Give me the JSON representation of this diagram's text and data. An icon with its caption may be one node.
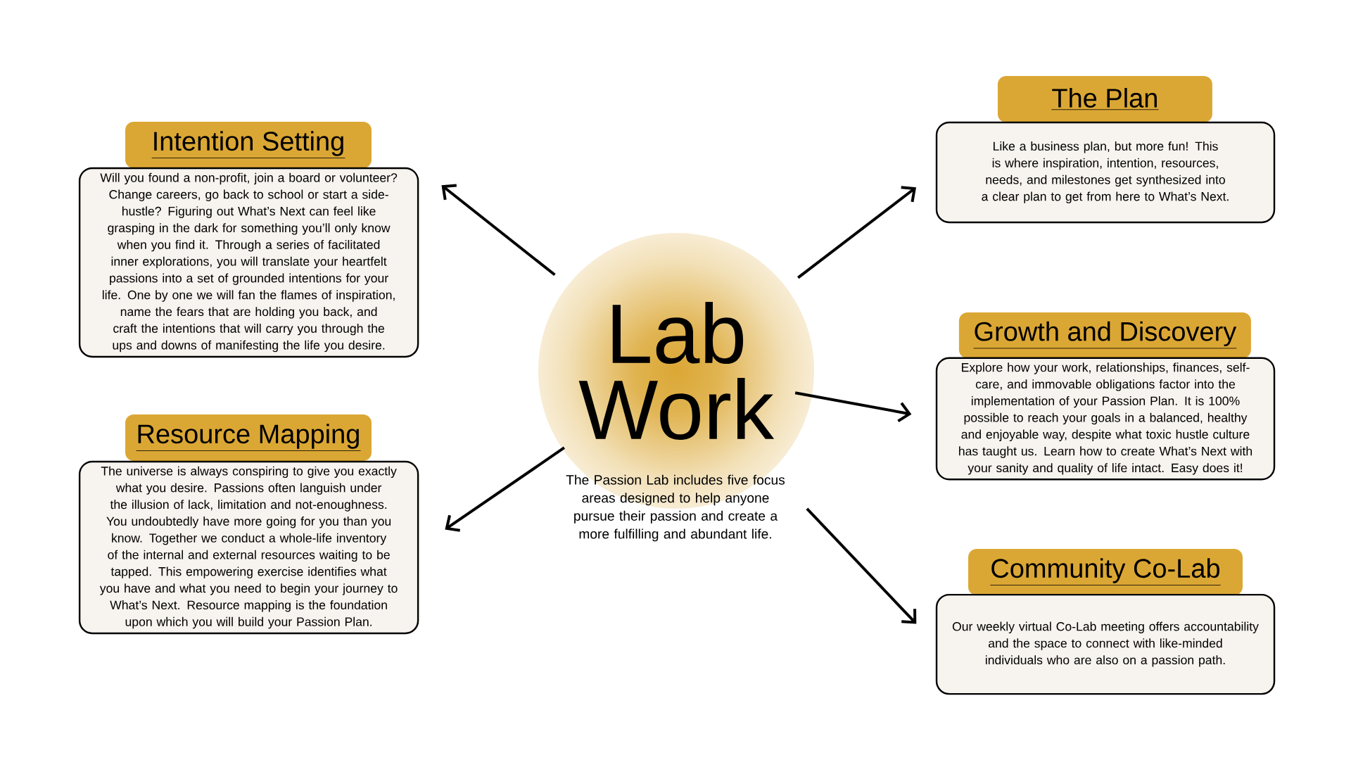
{
  "diagram": {
    "nodes": [
      {
        "text": [
          "Lab Work"
        ],
        "beside": [
          "The Passion Lab includes five focus areas designed to help anyone pursue their passion and create a more fulfilling and abundant life."
        ]
      },
      {
        "text": [
          "Intention Setting",
          "Will you found a non-profit, join a board or volunteer? Change careers, go back to school or start a side-hustle? Figuring out What’s Next can feel like grasping in the dark for something you’ll only know when you find it. Through a series of facilitated inner explorations, you will translate your heartfelt passions into a set of grounded intentions for your life. One by one we will fan the flames of inspiration, name the fears that are holding you back, and craft the intentions that will carry you through the ups and downs of manifesting the life you desire."
        ]
      },
      {
        "text": [
          "Resource Mapping",
          "The universe is always conspiring to give you exactly what you desire. Passions often languish under the illusion of lack, limitation and not-enoughness. You undoubtedly have more going for you than you know. Together we conduct a whole-life inventory of the internal and external resources waiting to be tapped. This empowering exercise identifies what you have and what you need to begin your journey to What’s Next. Resource mapping is the foundation upon which you will build your Passion Plan."
        ]
      },
      {
        "text": [
          "The Plan",
          "Like a business plan, but more fun! This is where inspiration, intention, resources, needs, and milestones get synthesized into a clear plan to get from here to What’s Next."
        ]
      },
      {
        "text": [
          "Growth and Discovery",
          "Explore how your work, relationships, finances, self-care, and immovable obligations factor into the implementation of your Passion Plan. It is 100% possible to reach your goals in a balanced, healthy and enjoyable way, despite what toxic hustle culture has taught us. Learn how to create What’s Next with your sanity and quality of life intact. Easy does it!"
        ]
      },
      {
        "text": [
          "Community Co-Lab",
          "Our weekly virtual Co-Lab meeting offers accountability and the space to connect with like-minded individuals who are also on a passion path."
        ]
      }
    ],
    "edges": [
      {
        "from": 0,
        "to": 1,
        "arrow": "to"
      },
      {
        "from": 0,
        "to": 2,
        "arrow": "to"
      },
      {
        "from": 0,
        "to": 3,
        "arrow": "to"
      },
      {
        "from": 0,
        "to": 4,
        "arrow": "to"
      },
      {
        "from": 0,
        "to": 5,
        "arrow": "to"
      }
    ]
  }
}
